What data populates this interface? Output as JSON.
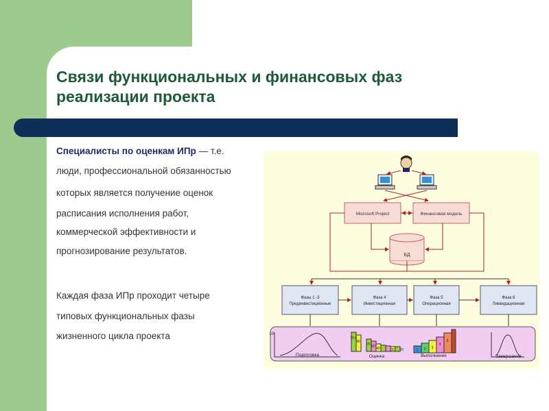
{
  "slide": {
    "title_line1": "Связи функциональных и финансовых фаз",
    "title_line2": "реализации проекта"
  },
  "body": {
    "p1_bold": "Специалисты по оценкам ИПр",
    "p1_rest": " — т.е.",
    "p1_line2": "люди, профессиональной обязанностью",
    "p1_line3": " которых является получение оценок",
    "p1_line4": "расписания исполнения работ,",
    "p1_line5": "коммерческой эффективности  и",
    "p1_line6": "прогнозирование результатов.",
    "p2_line1": "Каждая фаза ИПр проходит четыре",
    "p2_line2": "типовых функциональных фазы",
    "p2_line3": "жизненного цикла проекта"
  },
  "diagram": {
    "box_ms_project": "Microsoft Project",
    "box_fin_model": "Финансовая модель",
    "db_label": "БД",
    "phases": [
      {
        "line1": "Фазы  1 -3",
        "line2": "Прединвестиционные"
      },
      {
        "line1": "Фаза  4",
        "line2": "Инвестиционная"
      },
      {
        "line1": "Фаза 5",
        "line2": "Операционная"
      },
      {
        "line1": "Фаза 6",
        "line2": "Ликвидационная"
      }
    ],
    "bottom_labels": [
      "Подготовка",
      "Оценка",
      "Выполнение",
      "Завершение"
    ],
    "y_max_label": "10",
    "bar_values": [
      "10 0",
      "90",
      "70",
      "60",
      "40",
      "30",
      "20",
      "1",
      "2",
      "3",
      "4",
      "5"
    ],
    "colors": {
      "accent_dark": "#0d2e57",
      "green": "#9dca8f",
      "title": "#1d5a3a",
      "box_border": "#c06060",
      "box_fill": "#f7dcd6",
      "arrow": "#b22020",
      "phase_fill": "#dfe6f3",
      "bottom_fill": "#f2cdf2"
    }
  }
}
